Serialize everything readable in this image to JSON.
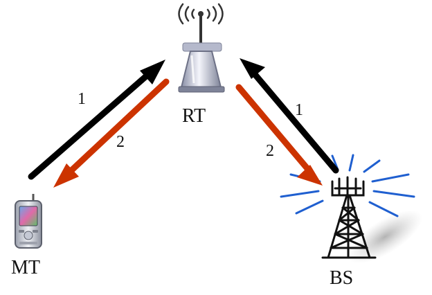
{
  "nodes": {
    "rt": {
      "label": "RT",
      "icon": "router-antenna-icon"
    },
    "mt": {
      "label": "MT",
      "icon": "mobile-phone-icon"
    },
    "bs": {
      "label": "BS",
      "icon": "cell-tower-icon"
    }
  },
  "links": {
    "mt_to_rt": {
      "step": "1"
    },
    "rt_to_mt": {
      "step": "2"
    },
    "bs_to_rt": {
      "step": "1"
    },
    "rt_to_bs": {
      "step": "2"
    }
  },
  "colors": {
    "step1_arrow": "#000000",
    "step2_arrow": "#cc3300",
    "signal_waves": "#1f5fd0"
  }
}
